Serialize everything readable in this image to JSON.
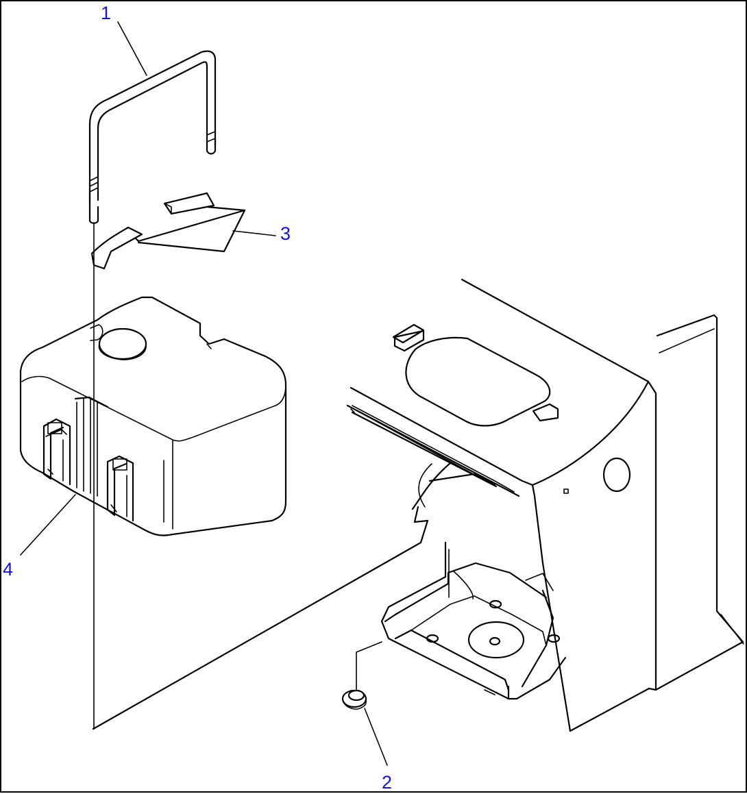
{
  "callouts": [
    {
      "id": "c1",
      "label": "1"
    },
    {
      "id": "c2",
      "label": "2"
    },
    {
      "id": "c3",
      "label": "3"
    },
    {
      "id": "c4",
      "label": "4"
    }
  ],
  "colors": {
    "callout": "#1414d6",
    "line": "#000000",
    "background": "#ffffff"
  }
}
